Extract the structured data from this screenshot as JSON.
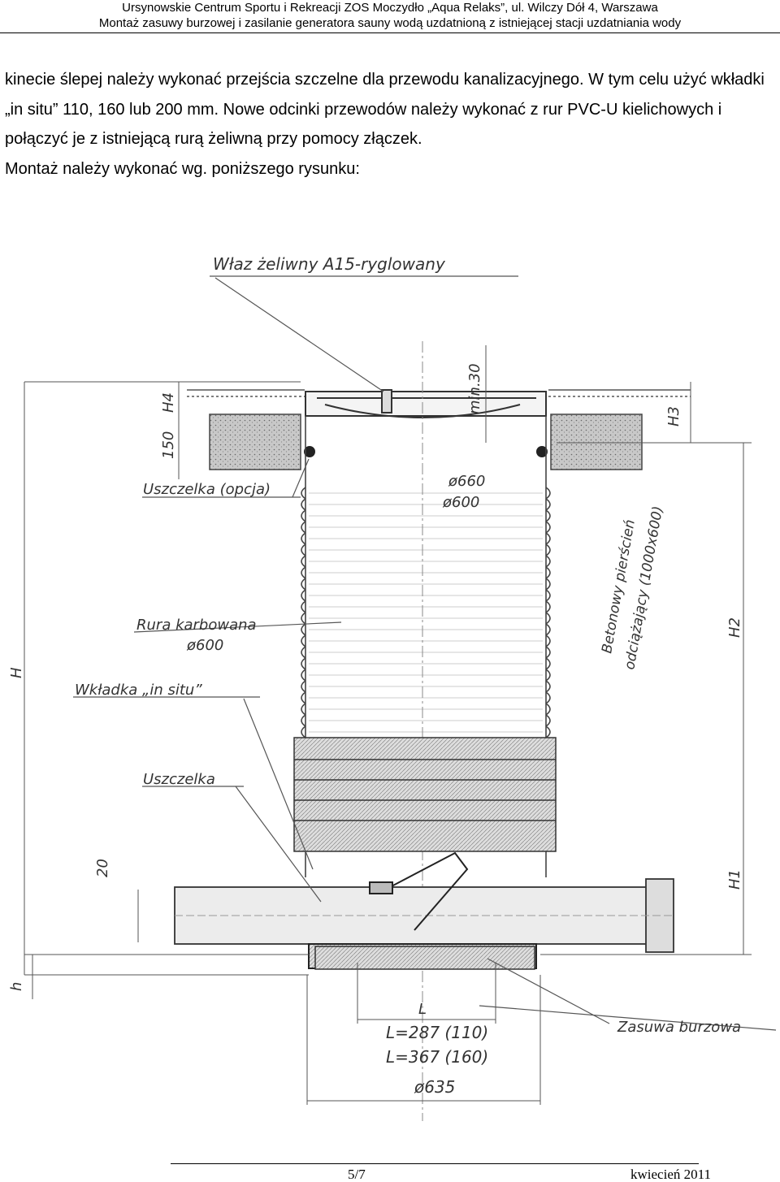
{
  "header": {
    "line1": "Ursynowskie Centrum Sportu i Rekreacji ZOS Moczydło „Aqua Relaks”, ul. Wilczy Dół 4, Warszawa",
    "line2": "Montaż zasuwy burzowej i zasilanie generatora sauny wodą uzdatnioną z istniejącej stacji uzdatniania wody"
  },
  "body": {
    "paragraph": "kinecie ślepej należy wykonać przejścia szczelne dla przewodu kanalizacyjnego. W tym celu użyć wkładki „in situ” 110, 160 lub 200 mm. Nowe odcinki przewodów należy wykonać z rur PVC-U kielichowych i połączyć je z istniejącą rurą żeliwną przy pomocy złączek.",
    "caption": "Montaż należy wykonać wg. poniższego rysunku:"
  },
  "figure": {
    "labels": {
      "manhole_cover": "Właz żeliwny A15-ryglowany",
      "gasket_optional": "Uszczelka (opcja)",
      "corrugated_pipe": "Rura karbowana",
      "corrugated_pipe_dim": "ø600",
      "insert": "Wkładka „in situ”",
      "gasket": "Uszczelka",
      "storm_valve": "Zasuwa burzowa",
      "concrete_ring_1": "Betonowy pierścień",
      "concrete_ring_2": "odciążający (1000x600)",
      "dim_outer": "ø660",
      "dim_inner": "ø600",
      "dim_base": "ø635",
      "dim_min": "min.30",
      "dim_150": "150",
      "dim_20": "20",
      "L": "L",
      "L1": "L=287 (110)",
      "L2": "L=367 (160)",
      "H": "H",
      "H1": "H1",
      "H2": "H2",
      "H3": "H3",
      "H4": "H4",
      "h": "h"
    }
  },
  "footer": {
    "page": "5/7",
    "date": "kwiecień 2011"
  }
}
